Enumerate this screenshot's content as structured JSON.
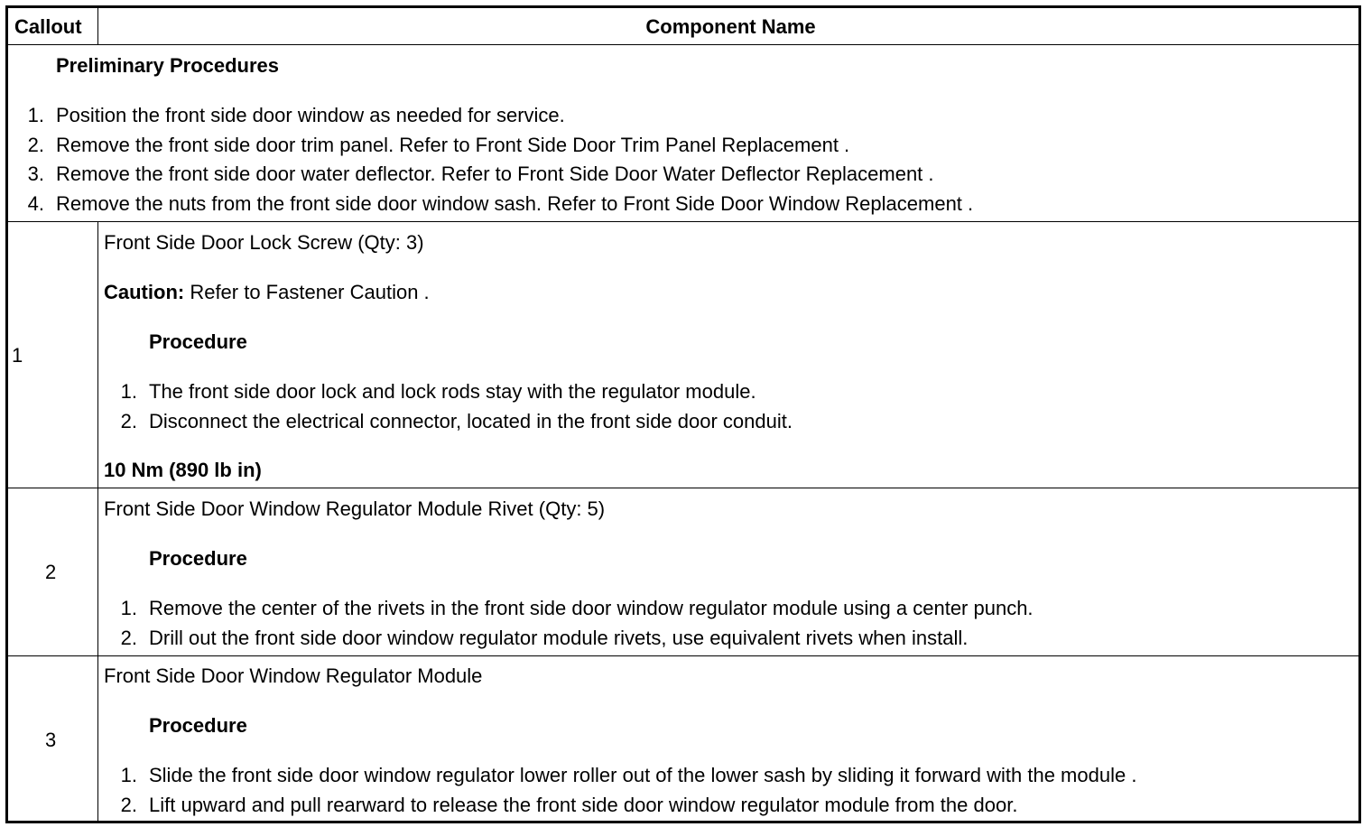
{
  "header": {
    "callout": "Callout",
    "component": "Component Name"
  },
  "preliminary": {
    "title": "Preliminary Procedures",
    "steps": [
      {
        "n": "1.",
        "text": "Position the front side door window as needed for service."
      },
      {
        "n": "2.",
        "text": "Remove the front side door trim panel. Refer to Front Side Door Trim Panel Replacement ."
      },
      {
        "n": "3.",
        "text": "Remove the front side door water deflector. Refer to Front Side Door Water Deflector Replacement ."
      },
      {
        "n": "4.",
        "text": "Remove the nuts from the front side door window sash. Refer to Front Side Door Window Replacement ."
      }
    ]
  },
  "items": [
    {
      "callout": "1",
      "name": "Front Side Door Lock Screw (Qty: 3)",
      "caution_label": "Caution:",
      "caution_text": " Refer to Fastener Caution .",
      "procedure_title": "Procedure",
      "steps": [
        {
          "n": "1.",
          "text": "The front side door lock and lock rods stay with the regulator module."
        },
        {
          "n": "2.",
          "text": "Disconnect the electrical connector, located in the front side door conduit."
        }
      ],
      "torque": "10 Nm (890 lb in)"
    },
    {
      "callout": "2",
      "name": "Front Side Door Window Regulator Module Rivet (Qty: 5)",
      "procedure_title": "Procedure",
      "steps": [
        {
          "n": "1.",
          "text": "Remove the center of the rivets in the front side door window regulator module using a center punch."
        },
        {
          "n": "2.",
          "text": "Drill out the front side door window regulator module rivets, use equivalent rivets when install."
        }
      ]
    },
    {
      "callout": "3",
      "name": "Front Side Door Window Regulator Module",
      "procedure_title": "Procedure",
      "steps": [
        {
          "n": "1.",
          "text": "Slide the front side door window regulator lower roller out of the lower sash by sliding it forward with the module ."
        },
        {
          "n": "2.",
          "text": "Lift upward and pull rearward to release the front side door window regulator module from the door."
        }
      ]
    }
  ]
}
